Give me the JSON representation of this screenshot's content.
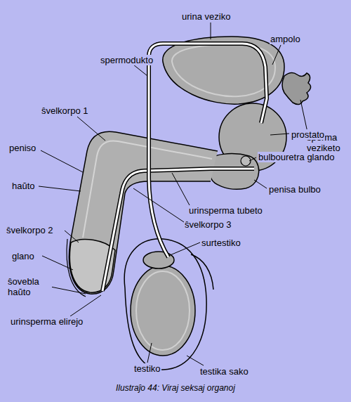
{
  "diagram": {
    "caption": "Ilustraĵo 44: Viraj seksaj organoj",
    "labels": [
      "urina veziko",
      "ampolo",
      "spermodukto",
      "sperma veziketo",
      "ŝvelkorpo 1",
      "prostato",
      "peniso",
      "bulbouretra glando",
      "haŭto",
      "penisa bulbo",
      "urinsperma tubeto",
      "ŝvelkorpo 3",
      "ŝvelkorpo 2",
      "surtestiko",
      "glano",
      "ŝovebla haŭto",
      "urinsperma elirejo",
      "testiko",
      "testika sako"
    ]
  }
}
